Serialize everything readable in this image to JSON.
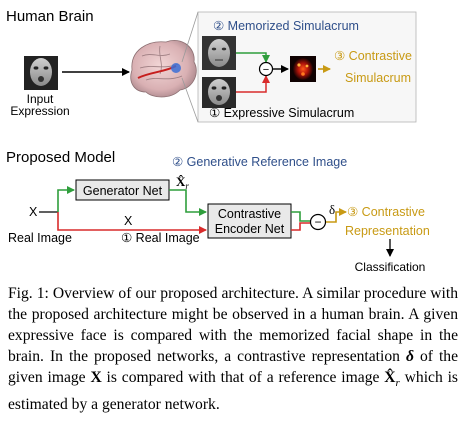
{
  "top": {
    "section_title": "Human Brain",
    "input_label_line1": "Input",
    "input_label_line2": "Expression",
    "memorized_label": "② Memorized Simulacrum",
    "expressive_label": "① Expressive  Simulacrum",
    "contrastive_label_line1": "③ Contrastive",
    "contrastive_label_line2": "Simulacrum",
    "minus_symbol": "−"
  },
  "bottom": {
    "section_title": "Proposed Model",
    "generative_label": "② Generative Reference Image",
    "xr_symbol": "X̂",
    "xr_subscript": "r",
    "generator_label": "Generator Net",
    "x_left": "X",
    "x_mid": "X",
    "real_image_left": "Real Image",
    "real_image_mid": "① Real Image",
    "encoder_line1": "Contrastive",
    "encoder_line2": "Encoder Net",
    "delta_symbol": "δ",
    "contrastive_rep_line1": "③ Contrastive",
    "contrastive_rep_line2": "Representation",
    "classification_label": "Classification",
    "minus_symbol": "−"
  },
  "colors": {
    "green": "#2f9e3c",
    "red": "#d92b2b",
    "gold": "#c89a14",
    "blue": "#2f4f8a",
    "box_fill": "#e9e9e9",
    "panel_fill": "#f7f7f7"
  },
  "caption": {
    "fig_label": "Fig. 1:",
    "text": " Overview of our proposed architecture. A similar procedure with the proposed architecture might be observed in a human brain. A given expressive face is compared with the memorized facial shape in the brain. In the proposed networks, a contrastive representation ",
    "delta": "δ",
    "text2": " of the given image ",
    "x_bold": "X",
    "text3": " is compared with that of a reference image ",
    "xr_bold": "X̂",
    "xr_sub": "r",
    "text4": " which is estimated by a generator network."
  }
}
